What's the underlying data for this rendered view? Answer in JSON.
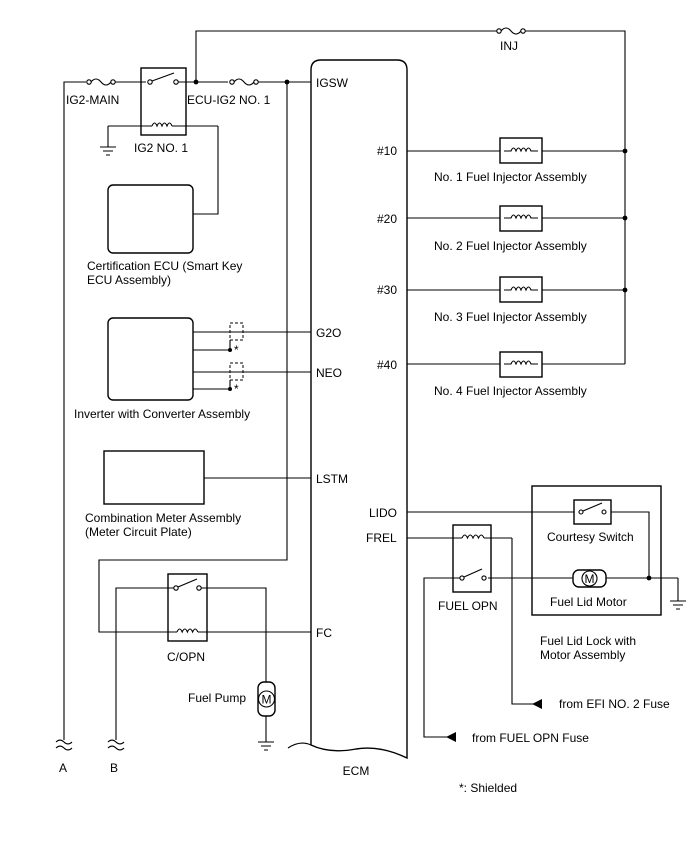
{
  "fuses": {
    "ig2_main": "IG2-MAIN",
    "ecu_ig2_no1": "ECU-IG2 NO. 1",
    "inj": "INJ"
  },
  "relays": {
    "ig2_no1": "IG2 NO. 1",
    "c_opn": "C/OPN",
    "fuel_opn": "FUEL OPN"
  },
  "components": {
    "certification_ecu_line1": "Certification ECU (Smart Key",
    "certification_ecu_line2": "ECU Assembly)",
    "inverter": "Inverter with Converter Assembly",
    "combination_meter_line1": "Combination Meter Assembly",
    "combination_meter_line2": "(Meter Circuit Plate)",
    "fuel_pump": "Fuel Pump",
    "injector1": "No. 1 Fuel Injector Assembly",
    "injector2": "No. 2 Fuel Injector Assembly",
    "injector3": "No. 3 Fuel Injector Assembly",
    "injector4": "No. 4 Fuel Injector Assembly",
    "courtesy_switch": "Courtesy Switch",
    "fuel_lid_motor": "Fuel Lid Motor",
    "fuel_lid_lock_line1": "Fuel Lid Lock with",
    "fuel_lid_lock_line2": "Motor Assembly"
  },
  "ecm": {
    "label": "ECM",
    "pins": {
      "igsw": "IGSW",
      "g2o": "G2O",
      "neo": "NEO",
      "lstm": "LSTM",
      "fc": "FC",
      "p10": "#10",
      "p20": "#20",
      "p30": "#30",
      "p40": "#40",
      "lido": "LIDO",
      "frel": "FREL"
    }
  },
  "connectors": {
    "a": "A",
    "b": "B"
  },
  "shield_mark": "*",
  "sources": {
    "efi_no2": "from EFI NO. 2 Fuse",
    "fuel_opn_fuse": "from FUEL OPN Fuse"
  },
  "note": "*: Shielded",
  "icons": {
    "motor_symbol": "M",
    "fuse": "fuse-symbol",
    "ground": "ground-symbol",
    "coil": "coil-symbol",
    "switch": "switch-symbol",
    "arrow": "arrow-left"
  }
}
